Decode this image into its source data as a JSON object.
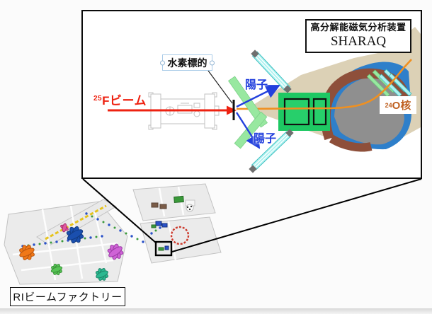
{
  "inset": {
    "sharaq_box": {
      "title": "高分解能磁気分析装置",
      "name": "SHARAQ"
    },
    "hydrogen_target": {
      "label": "水素標的"
    },
    "beam": {
      "isotope_sup": "25",
      "label": "Fビーム"
    },
    "protons": {
      "upper": "陽子",
      "lower": "陽子"
    },
    "product": {
      "isotope_sup": "24",
      "label": "O核"
    }
  },
  "facility": {
    "label": "RIビームファクトリー"
  },
  "colors": {
    "beam_red": "#ee2211",
    "proton_blue": "#2340dd",
    "trajectory_orange": "#f09020",
    "product_text": "#bf6020",
    "quadrupole_green": "#1ec863",
    "tracker_green": "#98e8a0",
    "detector_cyan": "#aef2f0",
    "floor_beige": "#dcd1b6",
    "dipole_blue": "#2e7fca",
    "dipole_gray": "#8f8f8f",
    "dipole_brown": "#8e4f3a"
  }
}
